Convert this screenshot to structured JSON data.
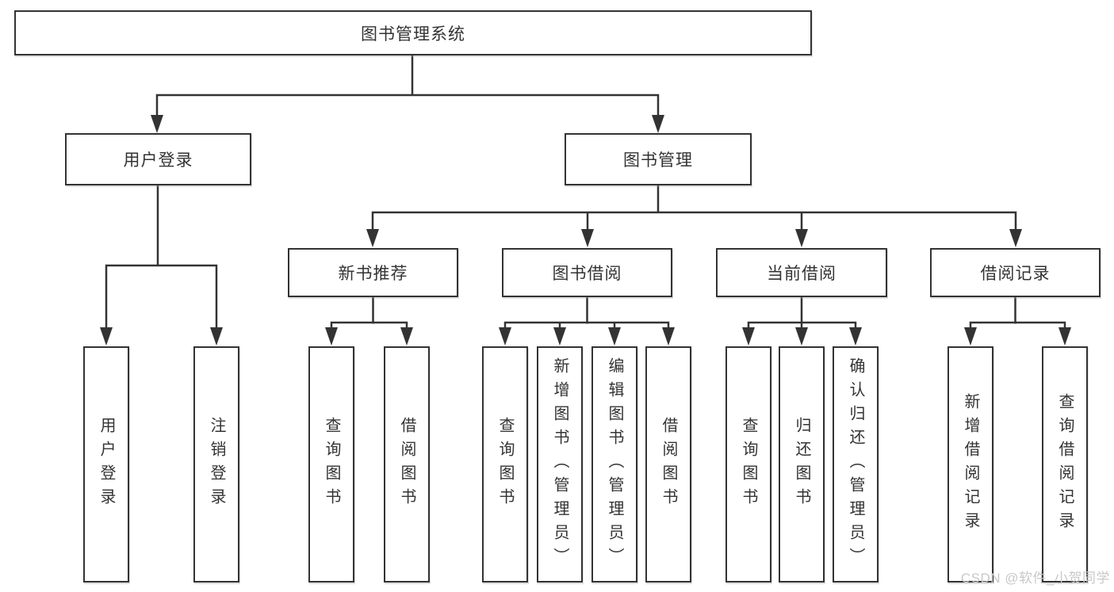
{
  "diagram_type": "hierarchy",
  "colors": {
    "line": "#333333",
    "box_border": "#333333",
    "text": "#333333",
    "background": "#ffffff",
    "watermark": "#c8c8c8"
  },
  "tree": {
    "label": "图书管理系统",
    "children": [
      {
        "label": "用户登录",
        "children": [
          {
            "label": "用户登录"
          },
          {
            "label": "注销登录"
          }
        ]
      },
      {
        "label": "图书管理",
        "children": [
          {
            "label": "新书推荐",
            "children": [
              {
                "label": "查询图书"
              },
              {
                "label": "借阅图书"
              }
            ]
          },
          {
            "label": "图书借阅",
            "children": [
              {
                "label": "查询图书"
              },
              {
                "label": "新增图书（管理员）"
              },
              {
                "label": "编辑图书（管理员）"
              },
              {
                "label": "借阅图书"
              }
            ]
          },
          {
            "label": "当前借阅",
            "children": [
              {
                "label": "查询图书"
              },
              {
                "label": "归还图书"
              },
              {
                "label": "确认归还（管理员）"
              }
            ]
          },
          {
            "label": "借阅记录",
            "children": [
              {
                "label": "新增借阅记录"
              },
              {
                "label": "查询借阅记录"
              }
            ]
          }
        ]
      }
    ]
  },
  "watermark": {
    "text": "CSDN @软件_小贺同学"
  }
}
